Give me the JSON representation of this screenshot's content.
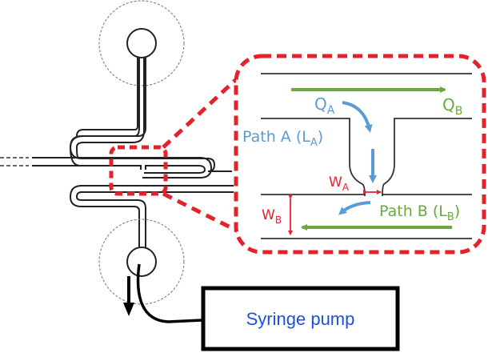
{
  "colors": {
    "channel": "#222222",
    "reservoir_outline": "#777777",
    "zoom_box": "#e3232c",
    "flow_a": "#5b9bd5",
    "flow_b": "#6aaa3e",
    "width_label": "#e3232c",
    "pump_text": "#1f4fe0",
    "pump_box": "#000000"
  },
  "inset": {
    "q_a": {
      "main": "Q",
      "sub": "A"
    },
    "q_b": {
      "main": "Q",
      "sub": "B"
    },
    "path_a": {
      "main": "Path A (L",
      "sub": "A",
      "close": ")"
    },
    "path_b": {
      "main": "Path B (L",
      "sub": "B",
      "close": ")"
    },
    "w_a": {
      "main": "W",
      "sub": "A"
    },
    "w_b": {
      "main": "W",
      "sub": "B"
    }
  },
  "pump": {
    "label": "Syringe pump"
  }
}
